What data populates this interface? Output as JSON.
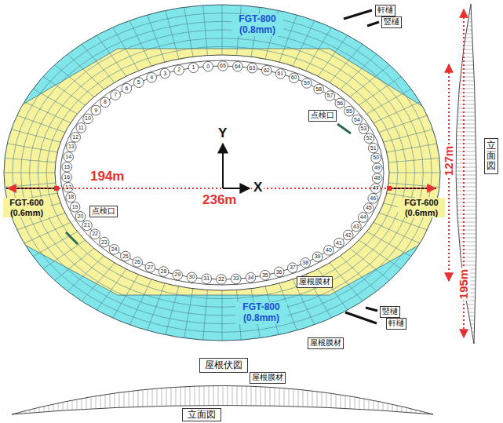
{
  "diagram": {
    "nodes": [
      {
        "text": [
          "軒樋"
        ]
      },
      {
        "text": [
          "竪樋"
        ]
      },
      {
        "text": [
          "点検口"
        ]
      },
      {
        "text": [
          "点検口"
        ]
      },
      {
        "text": [
          "屋根膜材"
        ]
      },
      {
        "text": [
          "竪樋"
        ]
      },
      {
        "text": [
          "軒樋"
        ]
      },
      {
        "text": [
          "屋根膜材"
        ]
      },
      {
        "text": [
          "屋根伏図"
        ]
      },
      {
        "text": [
          "屋根膜材"
        ]
      },
      {
        "text": [
          "立面図"
        ]
      },
      {
        "text": [
          "立面図"
        ]
      }
    ],
    "labels": [
      "FGT-800 (0.8mm)",
      "Y",
      "194m",
      "X",
      "FGT-600 (0.6mm)",
      "FGT-600 (0.6mm)",
      "236m",
      "FGT-800 (0.8mm)",
      "127m",
      "195m",
      "0",
      "1",
      "2",
      "3",
      "4",
      "5",
      "6",
      "7",
      "8",
      "9",
      "10",
      "11",
      "12",
      "13",
      "14",
      "15",
      "16",
      "17",
      "18",
      "19",
      "20",
      "21",
      "22",
      "23",
      "24",
      "25",
      "26",
      "27",
      "28",
      "29",
      "30",
      "31",
      "32",
      "33",
      "34",
      "35",
      "36",
      "37",
      "38",
      "39",
      "40",
      "41",
      "42",
      "43",
      "44",
      "45",
      "46",
      "47",
      "48",
      "49",
      "50",
      "51",
      "52",
      "53",
      "54",
      "55",
      "56",
      "57",
      "58",
      "59",
      "60",
      "61",
      "62",
      "63",
      "64",
      "65"
    ]
  }
}
